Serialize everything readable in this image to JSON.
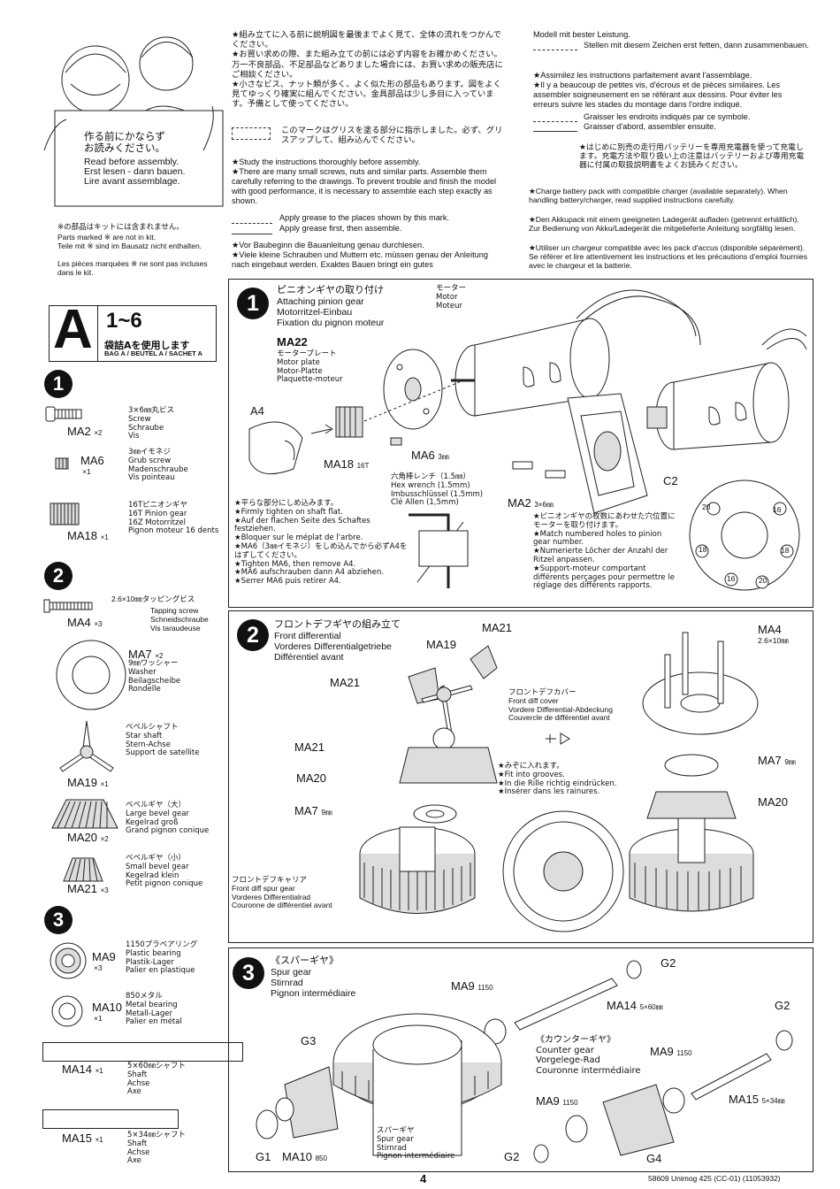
{
  "intro": {
    "cartoon_jp": "作る前にかならず\nお読みください。",
    "cartoon_en": "Read before assembly.",
    "cartoon_de": "Erst lesen - dann bauen.",
    "cartoon_fr": "Lire avant assemblage.",
    "not_in_kit_jp": "※の部品はキットには含まれません。",
    "not_in_kit_en": "Parts marked ※ are not in kit.",
    "not_in_kit_de": "Teile mit ※ sind im Bausatz nicht enthalten.",
    "not_in_kit_fr": "Les pièces marquées ※ ne sont pas incluses dans le kit.",
    "jp_notes": "★組み立てに入る前に説明図を最後までよく見て、全体の流れをつかんでください。\n★お買い求めの際、また組み立ての前には必ず内容をお確かめください。万一不良部品、不足部品などありました場合には、お買い求めの販売店にご相談ください。\n★小さなビス、ナット類が多く、よく似た形の部品もあります。図をよく見てゆっくり確実に組んでください。金具部品は少し多目に入っています。予備として使ってください。",
    "jp_grease": "このマークはグリスを塗る部分に指示しました。必ず、グリスアップして、組み込んでください。",
    "en_notes": "★Study the instructions thoroughly before assembly.\n★There are many small screws, nuts and similar parts. Assemble them carefully referring to the drawings. To prevent trouble and finish the model with good performance, it is necessary to assemble each step exactly as shown.",
    "en_grease1": "Apply grease to the places shown by this mark.",
    "en_grease2": "Apply grease first, then assemble.",
    "de_notes": "★Vor Baubeginn die Bauanleitung genau durchlesen.\n★Viele kleine Schrauben und Muttern etc. müssen genau der Anleitung nach eingebaut werden. Exaktes Bauen bringt ein gutes",
    "de_right": "Modell mit bester Leistung.",
    "de_grease": "Stellen mit diesem Zeichen erst fetten, dann zusammenbauen.",
    "fr_notes": "★Assimilez les instructions parfaitement avant l'assemblage.\n★Il y a beaucoup de petites vis, d'écrous et de pièces similaires. Les assembler soigneusement en se référant aux dessins. Pour éviter les erreurs suivre les stades du montage dans l'ordre indiqué.",
    "fr_grease1": "Graisser les endroits indiqués par ce symbole.",
    "fr_grease2": "Graisser d'abord, assembler ensuite.",
    "battery_jp": "★はじめに別売の走行用バッテリーを専用充電器を使って充電します。充電方法や取り扱い上の注意はバッテリーおよび専用充電器に付属の取扱説明書をよくお読みください。",
    "battery_en": "★Charge battery pack with compatible charger (available separately). When handling battery/charger, read supplied instructions carefully.",
    "battery_de": "★Den Akkupack mit einem geeigneten Ladegerät aufladen (getrennt erhältlich). Zur Bedienung von Akku/Ladegerät die mitgelieferte Anleitung sorgfältig lesen.",
    "battery_fr": "★Utiliser un chargeur compatible avec les pack d'accus (disponible séparément). Se référer et lire attentivement les instructions et les précautions d'emploi fournies avec le chargeur et la batterie."
  },
  "bag": {
    "letter": "A",
    "range": "1~6",
    "jp": "袋詰Aを使用します",
    "multi": "BAG A / BEUTEL A / SACHET A"
  },
  "parts": {
    "step1": "1",
    "step2": "2",
    "step3": "3",
    "ma2": {
      "code": "MA2",
      "qty": "×2",
      "desc": "3×6㎜丸ビス\nScrew\nSchraube\nVis"
    },
    "ma6": {
      "code": "MA6",
      "qty": "×1",
      "desc": "3㎜イモネジ\nGrub screw\nMadenschraube\nVis pointeau"
    },
    "ma18": {
      "code": "MA18",
      "qty": "×1",
      "desc": "16Tピニオンギヤ\n16T Pinion gear\n16Z Motorritzel\nPignon moteur 16 dents"
    },
    "ma4": {
      "code": "MA4",
      "qty": "×3",
      "title": "2.6×10㎜タッピングビス",
      "desc": "Tapping screw\nSchneidschraube\nVis taraudeuse"
    },
    "ma7": {
      "code": "MA7",
      "qty": "×2",
      "desc": "9㎜ワッシャー\nWasher\nBeilagscheibe\nRondelle"
    },
    "ma19": {
      "code": "MA19",
      "qty": "×1",
      "desc": "ベベルシャフト\nStar shaft\nStern-Achse\nSupport de satellite"
    },
    "ma20": {
      "code": "MA20",
      "qty": "×2",
      "desc": "ベベルギヤ（大）\nLarge bevel gear\nKegelrad groß\nGrand pignon conique"
    },
    "ma21": {
      "code": "MA21",
      "qty": "×3",
      "desc": "ベベルギヤ（小）\nSmall bevel gear\nKegelrad klein\nPetit pignon conique"
    },
    "ma9": {
      "code": "MA9",
      "qty": "×3",
      "desc": "1150プラベアリング\nPlastic bearing\nPlastik-Lager\nPalier en plastique"
    },
    "ma10": {
      "code": "MA10",
      "qty": "×1",
      "desc": "850メタル\nMetal bearing\nMetall-Lager\nPalier en métal"
    },
    "ma14": {
      "code": "MA14",
      "qty": "×1",
      "desc": "5×60㎜シャフト\nShaft\nAchse\nAxe"
    },
    "ma15": {
      "code": "MA15",
      "qty": "×1",
      "desc": "5×34㎜シャフト\nShaft\nAchse\nAxe"
    }
  },
  "step1": {
    "num": "1",
    "title_jp": "ピニオンギヤの取り付け",
    "title_en": "Attaching pinion gear",
    "title_de": "Motorritzel-Einbau",
    "title_fr": "Fixation du pignon moteur",
    "motor": "モーター\nMotor\nMoteur",
    "ma22": "MA22",
    "plate": "モータープレート\nMotor plate\nMotor-Platte\nPlaquette-moteur",
    "a4": "A4",
    "ma18": "MA18",
    "ma18_sub": "16T",
    "ma6": "MA6",
    "ma6_sub": "3㎜",
    "wrench": "六角棒レンチ（1.5㎜）\nHex wrench (1.5mm)\nImbusschlüssel (1.5mm)\nClé Allen (1,5mm)",
    "flat_note": "★平らな部分にしめ込みます。\n★Firmly tighten on shaft flat.\n★Auf der flachen Seite des Schaftes festziehen.\n★Bloquer sur le méplat de l'arbre.",
    "ma6_note": "★MA6（3㎜イモネジ）をしめ込んでから必ずA4をはずしてください。\n★Tighten MA6, then remove A4.\n★MA6 aufschrauben dann A4 abziehen.\n★Serrer MA6 puis retirer A4.",
    "ma2": "MA2",
    "ma2_sub": "3×6㎜",
    "c2": "C2",
    "match_note": "★ピニオンギヤの枚数にあわせた穴位置にモーターを取り付けます。\n★Match numbered holes to pinion gear number.\n★Numerierte Löcher der Anzahl der Ritzel anpassen.\n★Support-moteur comportant différents perçages pour permettre le réglage des différents rapports.",
    "hole_labels": [
      "20",
      "16",
      "18",
      "18",
      "16",
      "20"
    ]
  },
  "step2": {
    "num": "2",
    "title_jp": "フロントデフギヤの組み立て",
    "title_en": "Front differential",
    "title_de": "Vorderes Differentialgetriebe",
    "title_fr": "Différentiel avant",
    "ma21a": "MA21",
    "ma19": "MA19",
    "ma21b": "MA21",
    "ma21c": "MA21",
    "ma20": "MA20",
    "ma7": "MA7",
    "ma7_sub": "9㎜",
    "ma4": "MA4",
    "ma4_sub": "2.6×10㎜",
    "cover": "フロントデフカバー\nFront diff cover\nVordere Differential-Abdeckung\nCouvercle de différentiel avant",
    "groove": "★みぞに入れます。\n★Fit into grooves.\n★In die Rille richtig eindrücken.\n★Insérer dans les rainures.",
    "ma7r": "MA7",
    "ma7r_sub": "9㎜",
    "ma20r": "MA20",
    "carrier": "フロントデフキャリア\nFront diff spur gear\nVorderes Differentialrad\nCouronne de différentiel avant"
  },
  "step3": {
    "num": "3",
    "title_jp": "《スパーギヤ》",
    "title_en": "Spur gear",
    "title_de": "Stirnrad",
    "title_fr": "Pignon intermédiaire",
    "g2a": "G2",
    "ma9a": "MA9",
    "ma9a_sub": "1150",
    "ma14": "MA14",
    "ma14_sub": "5×60㎜",
    "g2b": "G2",
    "g3": "G3",
    "counter": "《カウンターギヤ》\nCounter gear\nVorgelege-Rad\nCouronne intermédiaire",
    "ma9b": "MA9",
    "ma9b_sub": "1150",
    "ma15": "MA15",
    "ma15_sub": "5×34㎜",
    "ma9c": "MA9",
    "ma9c_sub": "1150",
    "spur": "スパーギヤ\nSpur gear\nStirnrad\nPignon intermédiaire",
    "g1": "G1",
    "ma10": "MA10",
    "ma10_sub": "850",
    "g2c": "G2",
    "g4": "G4"
  },
  "footer": {
    "page": "4",
    "ref": "58609 Unimog 425 (CC-01) (11053932)"
  }
}
